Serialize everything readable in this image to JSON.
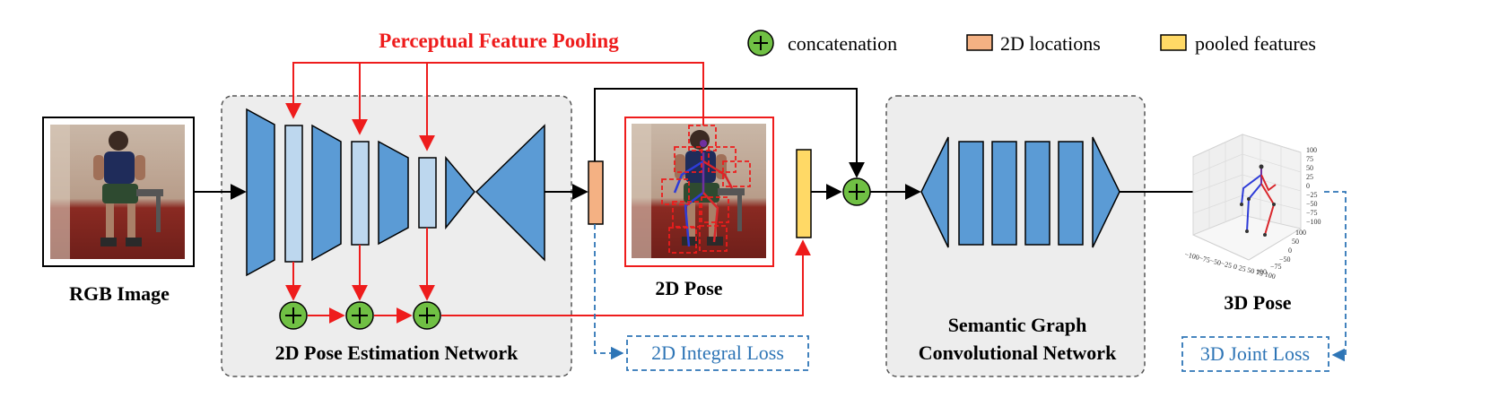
{
  "title": "Perceptual Feature Pooling",
  "legend": {
    "concat": "concatenation",
    "locations": "2D locations",
    "pooled": "pooled features"
  },
  "labels": {
    "rgb": "RGB Image",
    "pose_net": "2D Pose Estimation Network",
    "pose2d": "2D Pose",
    "sgcn_line1": "Semantic Graph",
    "sgcn_line2": "Convolutional Network",
    "pose3d": "3D Pose"
  },
  "losses": {
    "integral": "2D Integral Loss",
    "joint": "3D Joint Loss"
  },
  "plot3d": {
    "z_ticks": [
      "100",
      "75",
      "50",
      "25",
      "0",
      "−25",
      "−50",
      "−75",
      "−100"
    ],
    "x_ticks": "−100−75−50−25  0  25  50  75 100",
    "y_ticks": [
      "100",
      "50",
      "0",
      "−50",
      "−75",
      "100"
    ]
  },
  "colors": {
    "red": "#ee1c1c",
    "blue_block": "#5b9bd5",
    "light_block": "#bdd7ee",
    "orange": "#f4b183",
    "yellow": "#ffd966",
    "green": "#70c044",
    "loss_blue": "#2e75b6",
    "panel": "#ededed"
  }
}
